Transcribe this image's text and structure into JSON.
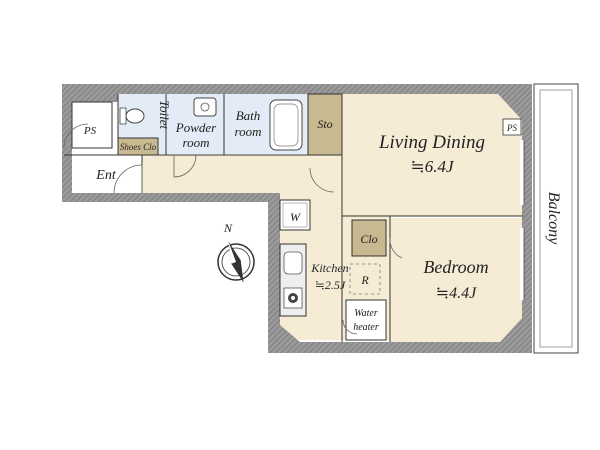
{
  "rooms": {
    "living": {
      "name": "Living Dining",
      "area": "≒6.4J"
    },
    "bedroom": {
      "name": "Bedroom",
      "area": "≒4.4J"
    },
    "kitchen": {
      "name": "Kitchen",
      "area": "≒2.5J"
    },
    "bath": {
      "name_line1": "Bath",
      "name_line2": "room"
    },
    "powder": {
      "name_line1": "Powder",
      "name_line2": "room"
    },
    "toilet": {
      "name": "Toilet"
    },
    "entrance": {
      "name": "Ent"
    },
    "shoes_closet": {
      "name": "Shoes Clo"
    },
    "storage": {
      "name": "Sto"
    },
    "closet": {
      "name": "Clo"
    },
    "washer": {
      "name": "W"
    },
    "refrigerator": {
      "name": "R"
    },
    "water_heater": {
      "name_line1": "Water",
      "name_line2": "heater"
    },
    "ps_left": {
      "name": "PS"
    },
    "ps_right": {
      "name": "PS"
    },
    "balcony": {
      "name": "Balcony"
    }
  },
  "compass": {
    "label": "N"
  },
  "colors": {
    "living_floor": "#f6ecd6",
    "wet_floor": "#e3ecf6",
    "wall": "#8b8b8b",
    "storage": "#c9b991",
    "appliance": "#eeeeee"
  }
}
